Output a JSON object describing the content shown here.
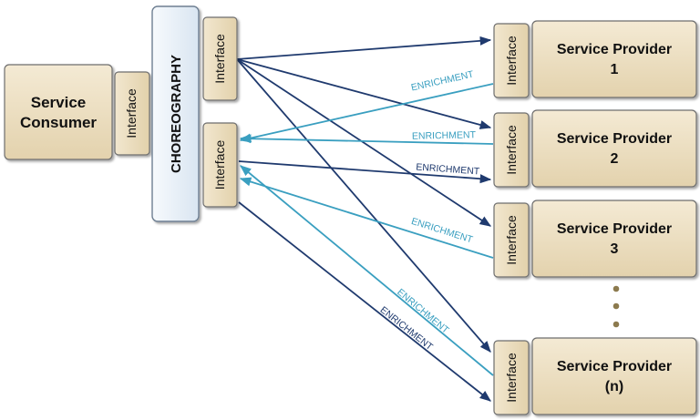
{
  "consumer": {
    "line1": "Service",
    "line2": "Consumer",
    "interface": "Interface"
  },
  "choreography": {
    "label": "CHOREOGRAPHY",
    "interface_top": "Interface",
    "interface_bottom": "Interface"
  },
  "providers": [
    {
      "line1": "Service Provider",
      "line2": "1",
      "interface": "Interface"
    },
    {
      "line1": "Service Provider",
      "line2": "2",
      "interface": "Interface"
    },
    {
      "line1": "Service Provider",
      "line2": "3",
      "interface": "Interface"
    },
    {
      "line1": "Service Provider",
      "line2": "(n)",
      "interface": "Interface"
    }
  ],
  "enrichment_label": "ENRICHMENT",
  "colors": {
    "dark_arrow": "#1f3a6e",
    "light_arrow": "#3a9fc0",
    "box_fill": "#efe2c6",
    "box_stroke": "#6e6e6e"
  }
}
